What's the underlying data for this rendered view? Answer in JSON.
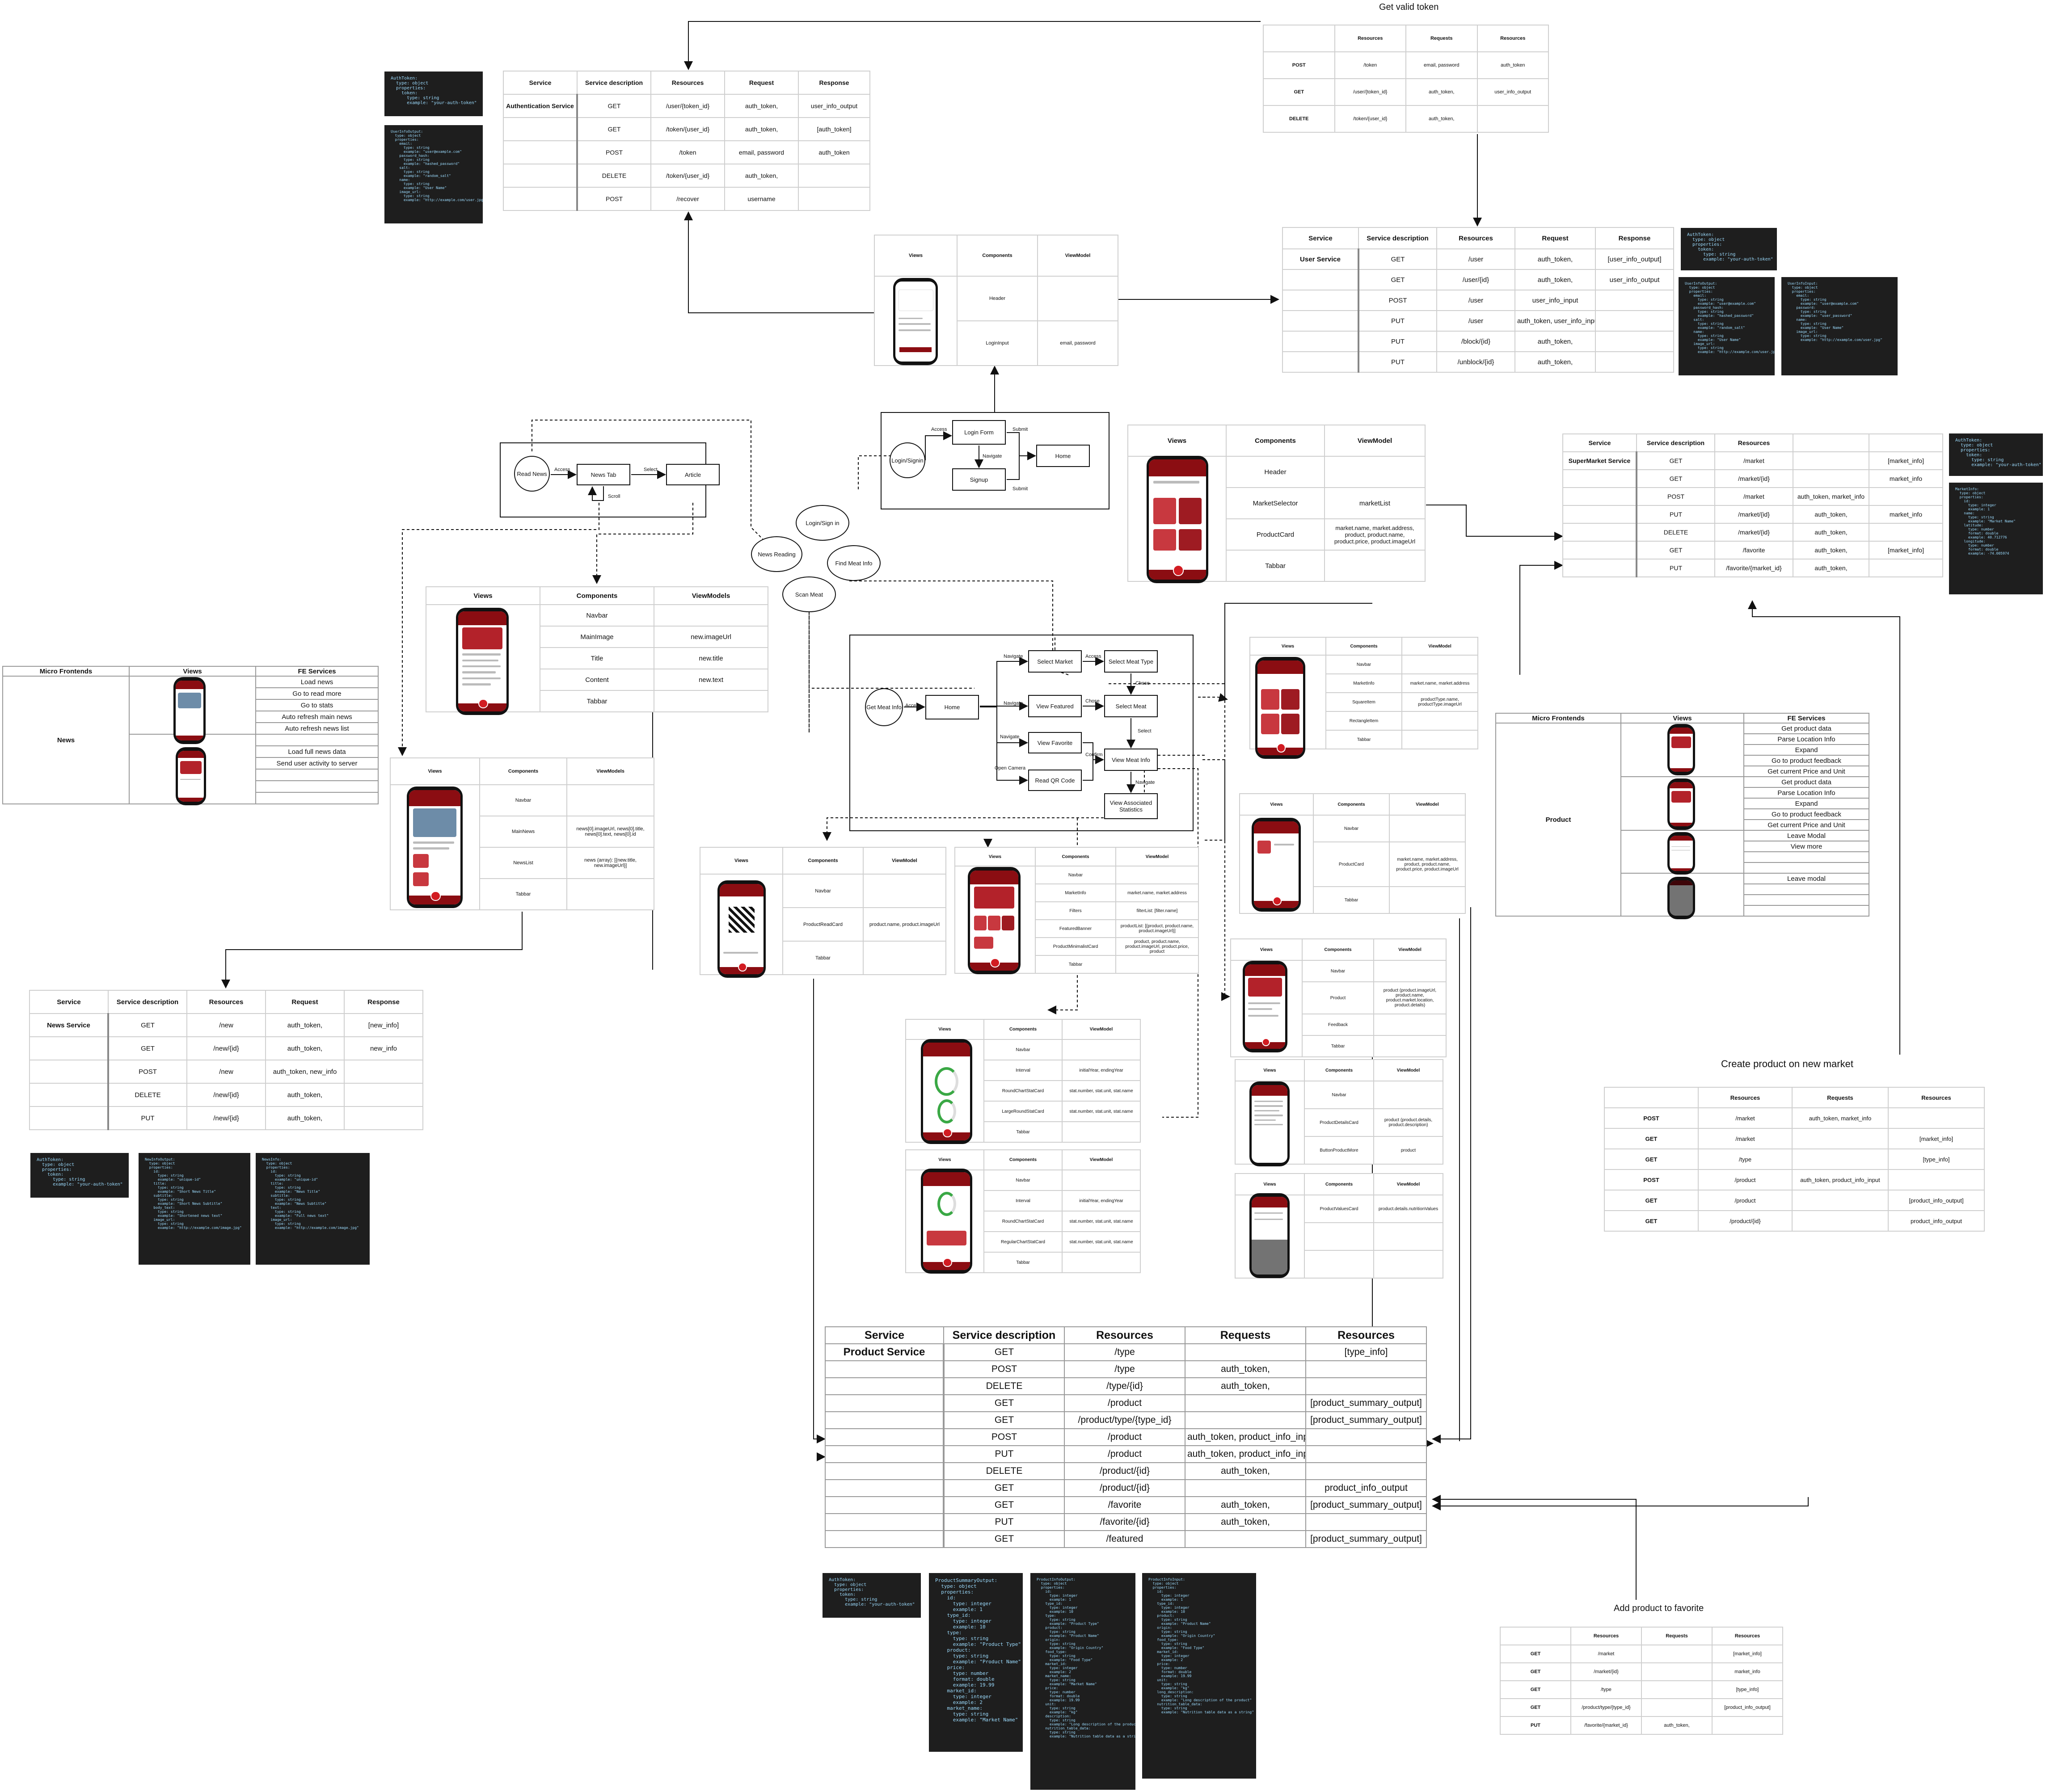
{
  "titles": {
    "get_valid_token": "Get valid token",
    "create_product": "Create product on new market",
    "add_favorite": "Add product to favorite"
  },
  "auth_table": {
    "headers": [
      "Service",
      "Service description",
      "Resources",
      "Request",
      "Response"
    ],
    "service": "Authentication Service",
    "rows": [
      [
        "GET",
        "/user/{token_id}",
        "auth_token,",
        "user_info_output"
      ],
      [
        "GET",
        "/token/{user_id}",
        "auth_token,",
        "[auth_token]"
      ],
      [
        "POST",
        "/token",
        "email, password",
        "auth_token"
      ],
      [
        "DELETE",
        "/token/{user_id}",
        "auth_token,",
        ""
      ],
      [
        "POST",
        "/recover",
        "username",
        ""
      ]
    ]
  },
  "token_table": {
    "headers": [
      "",
      "Resources",
      "Requests",
      "Resources"
    ],
    "rows": [
      [
        "POST",
        "/token",
        "email, password",
        "auth_token"
      ],
      [
        "GET",
        "/user/{token_id}",
        "auth_token,",
        "user_info_output"
      ],
      [
        "DELETE",
        "/token/{user_id}",
        "auth_token,",
        ""
      ]
    ]
  },
  "user_table": {
    "headers": [
      "Service",
      "Service description",
      "Resources",
      "Request",
      "Response"
    ],
    "service": "User Service",
    "rows": [
      [
        "GET",
        "/user",
        "auth_token,",
        "[user_info_output]"
      ],
      [
        "GET",
        "/user/{id}",
        "auth_token,",
        "user_info_output"
      ],
      [
        "POST",
        "/user",
        "user_info_input",
        ""
      ],
      [
        "PUT",
        "/user",
        "auth_token, user_info_input",
        ""
      ],
      [
        "PUT",
        "/block/{id}",
        "auth_token,",
        ""
      ],
      [
        "PUT",
        "/unblock/{id}",
        "auth_token,",
        ""
      ]
    ]
  },
  "login_views": {
    "headers": [
      "Views",
      "Components",
      "ViewModel"
    ],
    "rows": [
      [
        "Header",
        ""
      ],
      [
        "LoginInput",
        "email, password"
      ]
    ]
  },
  "login_flow": {
    "access": "Access",
    "login_form": "Login Form",
    "submit": "Submit",
    "navigate": "Navigate",
    "signup": "Signup",
    "submit2": "Submit",
    "home": "Home",
    "login_signin": "Login/Signin"
  },
  "news_flow": {
    "read_news": "Read News",
    "access": "Access",
    "news_tab": "News Tab",
    "select": "Select",
    "article": "Article",
    "scroll": "Scroll"
  },
  "bubbles": {
    "login_sign_in": "Login/Sign in",
    "news_reading": "News Reading",
    "find_meat": "Find Meat Info",
    "scan_meat": "Scan Meat"
  },
  "article_views": {
    "headers": [
      "Views",
      "Components",
      "ViewModels"
    ],
    "rows": [
      [
        "Navbar",
        ""
      ],
      [
        "MainImage",
        "new.imageUrl"
      ],
      [
        "Title",
        "new.title"
      ],
      [
        "Content",
        "new.text"
      ],
      [
        "Tabbar",
        ""
      ]
    ]
  },
  "news_list_views": {
    "headers": [
      "Views",
      "Components",
      "ViewModels"
    ],
    "rows": [
      [
        "Navbar",
        ""
      ],
      [
        "MainNews",
        "news[0].imageUrl, news[0].title, news[0].text, news[0].id"
      ],
      [
        "NewsList",
        "news (array): [{new.title, new.imageUrl}]"
      ],
      [
        "Tabbar",
        ""
      ]
    ]
  },
  "news_mf": {
    "headers": [
      "Micro Frontends",
      "Views",
      "FE Services"
    ],
    "name": "News",
    "services": [
      "Load news",
      "Go to read more",
      "Go to stats",
      "Auto refresh main news",
      "Auto refresh news list",
      "",
      "Load full news data",
      "Send user activity to server",
      "",
      "",
      ""
    ]
  },
  "news_table": {
    "headers": [
      "Service",
      "Service description",
      "Resources",
      "Request",
      "Response"
    ],
    "service": "News Service",
    "rows": [
      [
        "GET",
        "/new",
        "auth_token,",
        "[new_info]"
      ],
      [
        "GET",
        "/new/{id}",
        "auth_token,",
        "new_info"
      ],
      [
        "POST",
        "/new",
        "auth_token, new_info",
        ""
      ],
      [
        "DELETE",
        "/new/{id}",
        "auth_token,",
        ""
      ],
      [
        "PUT",
        "/new/{id}",
        "auth_token,",
        ""
      ]
    ]
  },
  "meat_flow": {
    "get_meat_info": "Get Meat Info",
    "access": "Access",
    "home": "Home",
    "navigate1": "Navigate",
    "select_market": "Select Market",
    "access2": "Access",
    "select_meat_type": "Select Meat Type",
    "chose": "Chose",
    "navigate2": "Navigate",
    "view_featured": "View Featured",
    "chose2": "Chose",
    "select_meat": "Select Meat",
    "select": "Select",
    "navigate3": "Navigate",
    "view_favorite": "View Favorite",
    "open_camera": "Open Camera",
    "read_qr": "Read QR Code",
    "confirm": "Confirm",
    "view_meat_info": "View Meat Info",
    "navigate4": "Navigate",
    "view_stats": "View Associated Statistics"
  },
  "home_views": {
    "headers": [
      "Views",
      "Components",
      "ViewModel"
    ],
    "rows": [
      [
        "Header",
        ""
      ],
      [
        "MarketSelector",
        "marketList"
      ],
      [
        "ProductCard",
        "market.name, market.address, product, product.name, product.price, product.imageUrl"
      ],
      [
        "Tabbar",
        ""
      ]
    ]
  },
  "supermarket_table": {
    "headers": [
      "Service",
      "Service description",
      "Resources",
      "",
      ""
    ],
    "service": "SuperMarket Service",
    "rows": [
      [
        "GET",
        "/market",
        "",
        "[market_info]"
      ],
      [
        "GET",
        "/market/{id}",
        "",
        "market_info"
      ],
      [
        "POST",
        "/market",
        "auth_token, market_info",
        ""
      ],
      [
        "PUT",
        "/market/{id}",
        "auth_token,",
        "market_info"
      ],
      [
        "DELETE",
        "/market/{id}",
        "auth_token,",
        ""
      ],
      [
        "GET",
        "/favorite",
        "auth_token,",
        "[market_info]"
      ],
      [
        "PUT",
        "/favorite/{market_id}",
        "auth_token,",
        ""
      ]
    ]
  },
  "market_views": {
    "headers": [
      "Views",
      "Components",
      "ViewModel"
    ],
    "rows": [
      [
        "Navbar",
        ""
      ],
      [
        "MarketInfo",
        "market.name, market.address"
      ],
      [
        "SquareItem",
        "productType.name, productType.imageUrl"
      ],
      [
        "RectangleItem",
        ""
      ],
      [
        "Tabbar",
        ""
      ]
    ]
  },
  "product_mf": {
    "headers": [
      "Micro Frontends",
      "Views",
      "FE Services"
    ],
    "name": "Product",
    "services": [
      "Get product data",
      "Parse Location Info",
      "Expand",
      "Go to product feedback",
      "Get current Price and Unit",
      "Get product data",
      "Parse Location Info",
      "Expand",
      "Go to product feedback",
      "Get current Price and Unit",
      "Leave Modal",
      "View more",
      "",
      "",
      "Leave modal",
      "",
      "",
      ""
    ]
  },
  "type_views": {
    "headers": [
      "Views",
      "Components",
      "ViewModel"
    ],
    "rows": [
      [
        "Navbar",
        ""
      ],
      [
        "ProductCard",
        "market.name, market.address, product, product.name, product.price, product.imageUrl"
      ],
      [
        "Tabbar",
        ""
      ]
    ]
  },
  "scan_views": {
    "headers": [
      "Views",
      "Components",
      "ViewModel"
    ],
    "rows": [
      [
        "Navbar",
        ""
      ],
      [
        "ProductReadCard",
        "product.name, product.imageUrl"
      ],
      [
        "Tabbar",
        ""
      ]
    ]
  },
  "featured_views": {
    "headers": [
      "Views",
      "Components",
      "ViewModel"
    ],
    "rows": [
      [
        "Navbar",
        ""
      ],
      [
        "MarketInfo",
        "market.name, market.address"
      ],
      [
        "Filters",
        "filterList: [filter.name]"
      ],
      [
        "FeaturedBanner",
        "productList: [{product, product.name, product.imageUrl}]"
      ],
      [
        "ProductMinimalistCard",
        "product, product.name, product.imageUrl, product.price, product"
      ],
      [
        "Tabbar",
        ""
      ]
    ]
  },
  "product_views": {
    "headers": [
      "Views",
      "Components",
      "ViewModel"
    ],
    "rows": [
      [
        "Navbar",
        ""
      ],
      [
        "Product",
        "product (product.imageUrl, product.name, product.market.location, product.details)"
      ],
      [
        "Feedback",
        ""
      ],
      [
        "Tabbar",
        ""
      ]
    ]
  },
  "details_views": {
    "headers": [
      "Views",
      "Components",
      "ViewModel"
    ],
    "rows": [
      [
        "Navbar",
        ""
      ],
      [
        "ProductDetailsCard",
        "product (product.details, product.description)"
      ],
      [
        "ButtonProductMore",
        "product"
      ]
    ]
  },
  "values_views": {
    "headers": [
      "Views",
      "Components",
      "ViewModel"
    ],
    "rows": [
      [
        "ProductValuesCard",
        "product.details.nutritionValues"
      ]
    ]
  },
  "stats_views1": {
    "headers": [
      "Views",
      "Components",
      "ViewModel"
    ],
    "rows": [
      [
        "Navbar",
        ""
      ],
      [
        "Interval",
        "initialYear, endingYear"
      ],
      [
        "RoundChartStatCard",
        "stat.number, stat.unit, stat.name"
      ],
      [
        "LargeRoundStatCard",
        "stat.number, stat.unit, stat.name"
      ],
      [
        "Tabbar",
        ""
      ]
    ]
  },
  "stats_views2": {
    "headers": [
      "Views",
      "Components",
      "ViewModel"
    ],
    "rows": [
      [
        "Navbar",
        ""
      ],
      [
        "Interval",
        "initialYear, endingYear"
      ],
      [
        "RoundChartStatCard",
        "stat.number, stat.unit, stat.name"
      ],
      [
        "RegularChartStatCard",
        "stat.number, stat.unit, stat.name"
      ],
      [
        "Tabbar",
        ""
      ]
    ]
  },
  "create_table": {
    "headers": [
      "",
      "Resources",
      "Requests",
      "Resources"
    ],
    "rows": [
      [
        "POST",
        "/market",
        "auth_token, market_info",
        ""
      ],
      [
        "GET",
        "/market",
        "",
        "[market_info]"
      ],
      [
        "GET",
        "/type",
        "",
        "[type_info]"
      ],
      [
        "POST",
        "/product",
        "auth_token, product_info_input",
        ""
      ],
      [
        "GET",
        "/product",
        "",
        "[product_info_output]"
      ],
      [
        "GET",
        "/product/{id}",
        "",
        "product_info_output"
      ]
    ]
  },
  "product_table": {
    "headers": [
      "Service",
      "Service description",
      "Resources",
      "Requests",
      "Resources"
    ],
    "service": "Product Service",
    "rows": [
      [
        "GET",
        "/type",
        "",
        "[type_info]"
      ],
      [
        "POST",
        "/type",
        "auth_token,",
        ""
      ],
      [
        "DELETE",
        "/type/{id}",
        "auth_token,",
        ""
      ],
      [
        "GET",
        "/product",
        "",
        "[product_summary_output]"
      ],
      [
        "GET",
        "/product/type/{type_id}",
        "",
        "[product_summary_output]"
      ],
      [
        "POST",
        "/product",
        "auth_token, product_info_input",
        ""
      ],
      [
        "PUT",
        "/product",
        "auth_token, product_info_input",
        ""
      ],
      [
        "DELETE",
        "/product/{id}",
        "auth_token,",
        ""
      ],
      [
        "GET",
        "/product/{id}",
        "",
        "product_info_output"
      ],
      [
        "GET",
        "/favorite",
        "auth_token,",
        "[product_summary_output]"
      ],
      [
        "PUT",
        "/favorite/{id}",
        "auth_token,",
        ""
      ],
      [
        "GET",
        "/featured",
        "",
        "[product_summary_output]"
      ]
    ]
  },
  "favorite_table": {
    "headers": [
      "",
      "Resources",
      "Requests",
      "Resources"
    ],
    "rows": [
      [
        "GET",
        "/market",
        "",
        "[market_info]"
      ],
      [
        "GET",
        "/market/{id}",
        "",
        "market_info"
      ],
      [
        "GET",
        "/type",
        "",
        "[type_info]"
      ],
      [
        "GET",
        "/product/type/{type_id}",
        "",
        "[product_info_output]"
      ],
      [
        "PUT",
        "/favorite/{market_id}",
        "auth_token,",
        ""
      ]
    ]
  },
  "schemas": {
    "auth_token": "AuthToken:\n  type: object\n  properties:\n    token:\n      type: string\n      example: \"your-auth-token\"",
    "user_output": "UserInfoOutput:\n  type: object\n  properties:\n    email:\n      type: string\n      example: \"user@example.com\"\n    password_hash:\n      type: string\n      example: \"hashed_password\"\n    salt:\n      type: string\n      example: \"random_salt\"\n    name:\n      type: string\n      example: \"User Name\"\n    image_url:\n      type: string\n      example: \"http://example.com/user.jpg\"",
    "user_input": "UserInfoInput:\n  type: object\n  properties:\n    email:\n      type: string\n      example: \"user@example.com\"\n    password:\n      type: string\n      example: \"user_password\"\n    name:\n      type: string\n      example: \"User Name\"\n    image_url:\n      type: string\n      example: \"http://example.com/user.jpg\"",
    "market_info": "MarketInfo:\n  type: object\n  properties:\n    id:\n      type: integer\n      example: 1\n    name:\n      type: string\n      example: \"Market Name\"\n    latitude:\n      type: number\n      format: double\n      example: 40.712776\n    longitude:\n      type: number\n      format: double\n      example: -74.005974",
    "new_info": "NewInfoOutput:\n  type: object\n  properties:\n    id:\n      type: string\n      example: \"unique-id\"\n    title:\n      type: string\n      example: \"Short News Title\"\n    subtitle:\n      type: string\n      example: \"Short News Subtitle\"\n    body_text:\n      type: string\n      example: \"Shortened news text\"\n    image_url:\n      type: string\n      example: \"http://example.com/image.jpg\"",
    "new_full": "NewsInfo:\n  type: object\n  properties:\n    id:\n      type: string\n      example: \"unique-id\"\n    title:\n      type: string\n      example: \"News Title\"\n    subtitle:\n      type: string\n      example: \"News Subtitle\"\n    text:\n      type: string\n      example: \"Full news text\"\n    image_url:\n      type: string\n      example: \"http://example.com/image.jpg\"",
    "product_summary": "ProductSummaryOutput:\n  type: object\n  properties:\n    id:\n      type: integer\n      example: 1\n    type_id:\n      type: integer\n      example: 10\n    type:\n      type: string\n      example: \"Product Type\"\n    product:\n      type: string\n      example: \"Product Name\"\n    price:\n      type: number\n      format: double\n      example: 19.99\n    market_id:\n      type: integer\n      example: 2\n    market_name:\n      type: string\n      example: \"Market Name\"",
    "product_output": "ProductInfoOutput:\n  type: object\n  properties:\n    id:\n      type: integer\n      example: 1\n    type_id:\n      type: integer\n      example: 10\n    type:\n      type: string\n      example: \"Product Type\"\n    product:\n      type: string\n      example: \"Product Name\"\n    origin:\n      type: string\n      example: \"Origin Country\"\n    food_type:\n      type: string\n      example: \"Food Type\"\n    market_id:\n      type: integer\n      example: 2\n    market_name:\n      type: string\n      example: \"Market Name\"\n    price:\n      type: number\n      format: double\n      example: 19.99\n    unit:\n      type: string\n      example: \"kg\"\n    description:\n      type: string\n      example: \"Long description of the product\"\n    nutrition_table_data:\n      type: string\n      example: \"Nutrition table data as a string\"",
    "product_input": "ProductInfoInput:\n  type: object\n  properties:\n    id:\n      type: integer\n      example: 1\n    type_id:\n      type: integer\n      example: 10\n    product:\n      type: string\n      example: \"Product Name\"\n    origin:\n      type: string\n      example: \"Origin Country\"\n    food_type:\n      type: string\n      example: \"Food Type\"\n    market_id:\n      type: integer\n      example: 2\n    price:\n      type: number\n      format: double\n      example: 19.99\n    unit:\n      type: string\n      example: \"kg\"\n    long_description:\n      type: string\n      example: \"Long description of the product\"\n    nutrition_table_data:\n      type: string\n      example: \"Nutrition table data as a string\""
  },
  "colors": {
    "brand": "#8b0d12",
    "accent": "#d21c22",
    "code_bg": "#1e1e1e"
  }
}
